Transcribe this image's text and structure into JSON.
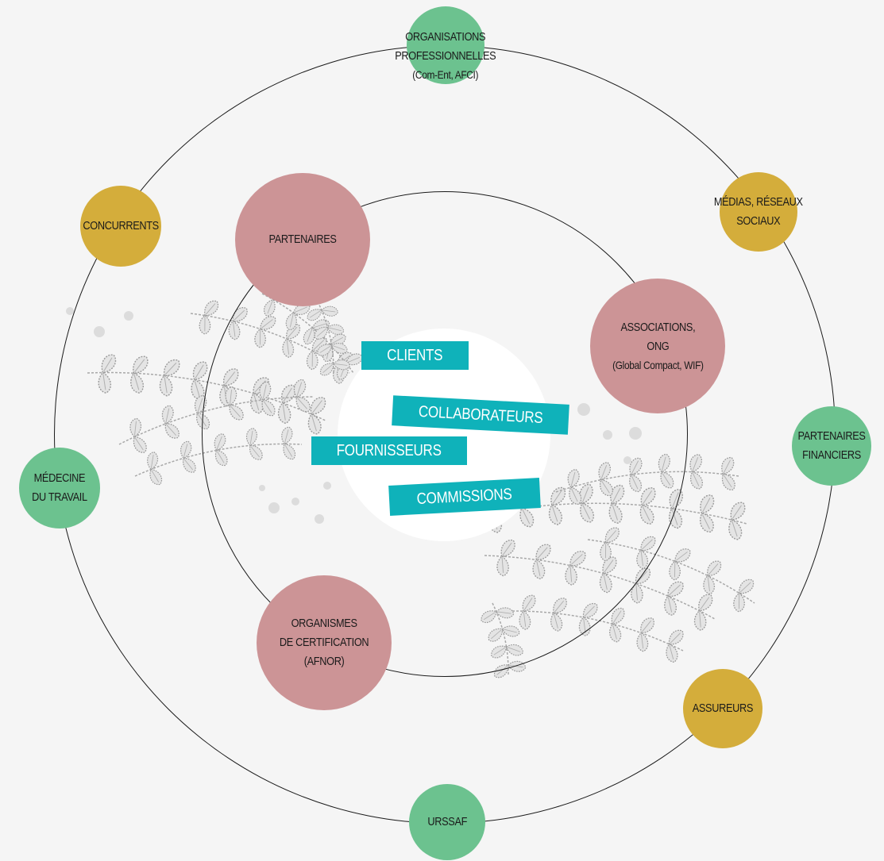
{
  "diagram": {
    "nodes": {
      "organisations_pro": [
        "ORGANISATIONS",
        "PROFESSIONNELLES",
        "(Com-Ent, AFCI)"
      ],
      "medias": [
        "MÉDIAS, RÉSEAUX",
        "SOCIAUX"
      ],
      "partenaires_financiers": [
        "PARTENAIRES",
        "FINANCIERS"
      ],
      "assureurs": [
        "ASSUREURS"
      ],
      "urssaf": [
        "URSSAF"
      ],
      "medecine": [
        "MÉDECINE",
        "DU TRAVAIL"
      ],
      "concurrents": [
        "CONCURRENTS"
      ],
      "partenaires": [
        "PARTENAIRES"
      ],
      "associations": [
        "ASSOCIATIONS,",
        "ONG",
        "(Global Compact, WIF)"
      ],
      "organismes": [
        "ORGANISMES",
        "DE CERTIFICATION",
        "(AFNOR)"
      ]
    },
    "core": {
      "clients": "CLIENTS",
      "collaborateurs": "COLLABORATEURS",
      "fournisseurs": "FOURNISSEURS",
      "commissions": "COMMISSIONS"
    },
    "colors": {
      "green": "#6cc28f",
      "gold": "#d4ad3b",
      "rose": "#cc9496",
      "teal": "#0fb2ba",
      "background": "#f5f5f5"
    }
  }
}
